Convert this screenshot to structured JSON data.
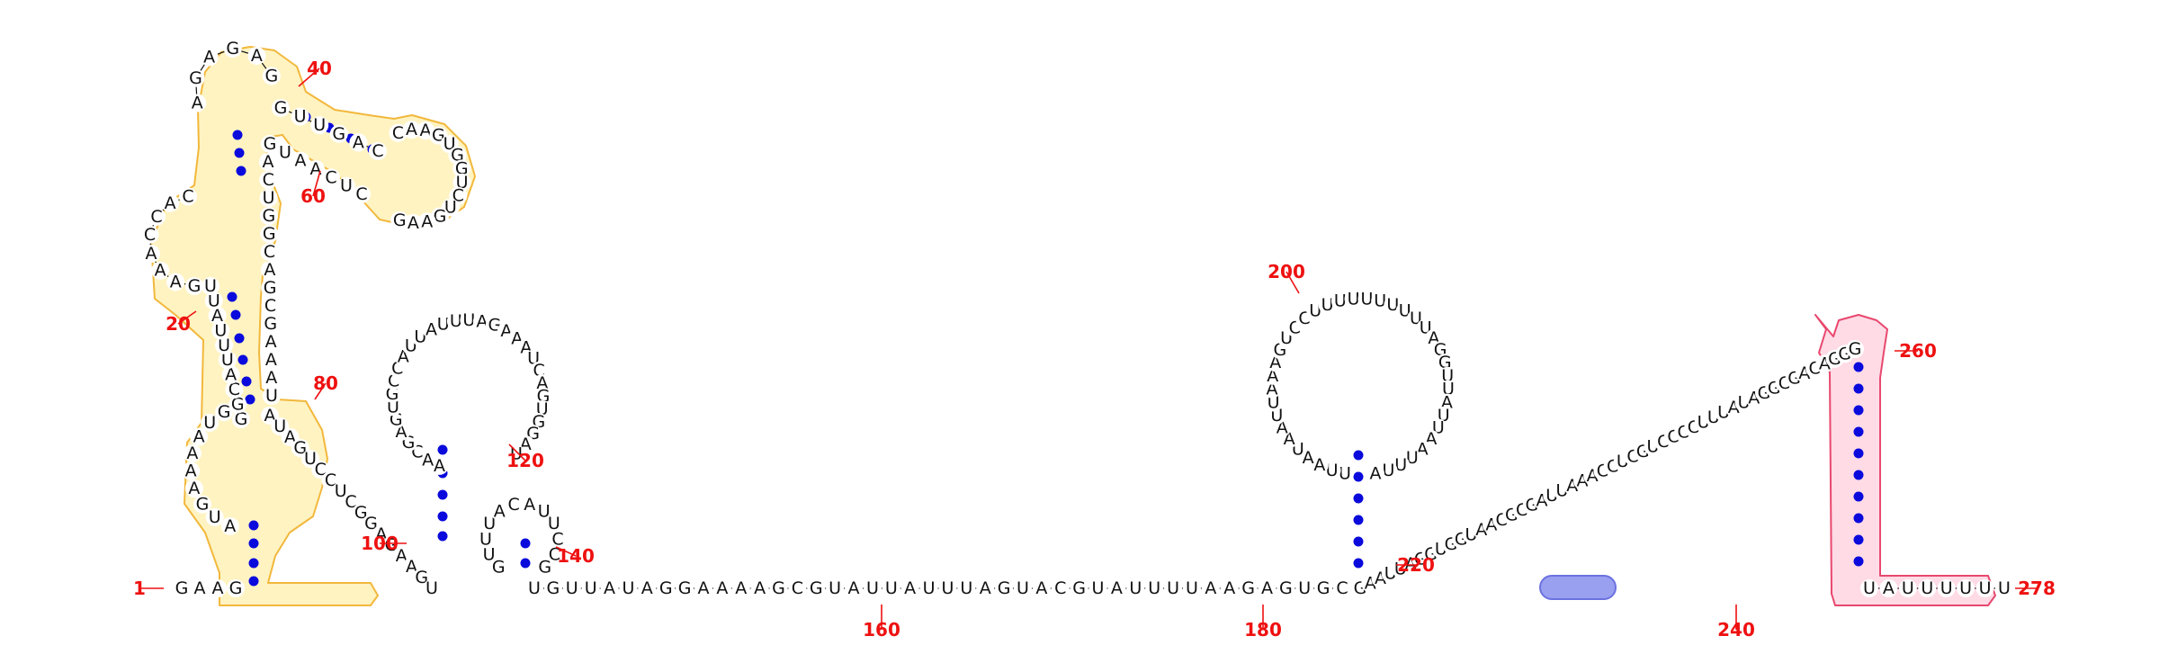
{
  "sequence_segments": [
    {
      "id": "s1",
      "seq": "GAAG"
    },
    {
      "id": "s2",
      "seq": "AUGAAAAUG"
    },
    {
      "id": "s3",
      "seq": "GGCAUUUAUU"
    },
    {
      "id": "s4",
      "seq": "GAAACCAC"
    },
    {
      "id": "s5",
      "seq": "AGAGAG"
    },
    {
      "id": "s6",
      "seq": "GUUGAC"
    },
    {
      "id": "s7",
      "seq": "CAAGUGGUCUGAAG"
    },
    {
      "id": "s8",
      "seq": "CUCAAUG"
    },
    {
      "id": "s9",
      "seq": "ACUGGCAGCGAAAU"
    },
    {
      "id": "s10",
      "seq": "AUAGUCCUCGGAGAAGU"
    },
    {
      "id": "s11",
      "seq": "AACGAGUGCCAUUAUUUAGAAAUCAGUGGAU"
    },
    {
      "id": "s12",
      "seq": "GUUUACAUUCCG"
    },
    {
      "id": "s13",
      "seq": "UGUUAUAGGAAAAGCGUAUUAUUUAGUACGUAUUUUAAGAGUGC"
    },
    {
      "id": "s14",
      "seq": "UUAAUAAUUAAAGUCCUUUUUUUUUUAGGUUAUUAAUUUA"
    },
    {
      "id": "s15",
      "seq": "GAAUUAGGUGGUAACGCGAUUAAACCUCGUCCCCUUUAUAGGCGACAGGG"
    },
    {
      "id": "s16",
      "seq": "UAUUUUUU"
    }
  ],
  "position_labels": [
    "1",
    "20",
    "40",
    "60",
    "80",
    "100",
    "120",
    "140",
    "160",
    "180",
    "200",
    "220",
    "240",
    "260",
    "278"
  ],
  "colors": {
    "backbone": "#111111",
    "pair_dot": "#0a0adc",
    "position_label": "#ee1111",
    "domain_yellow_fill": "#fff3c2",
    "domain_yellow_stroke": "#f2b83c",
    "domain_pink_fill": "#ffdbe6",
    "domain_pink_stroke": "#e8486e",
    "highlight_blue": "#9aa0f0"
  }
}
